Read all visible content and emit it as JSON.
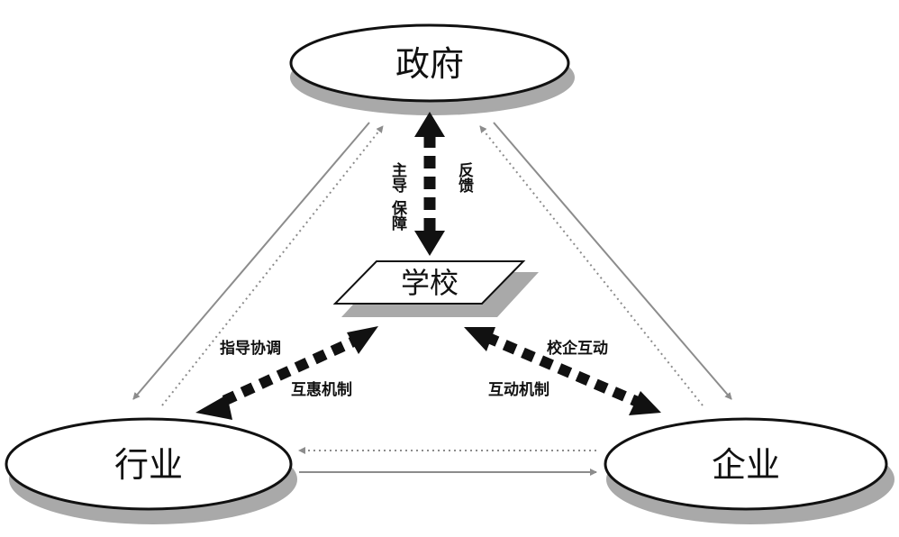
{
  "nodes": {
    "government": "政府",
    "school": "学校",
    "industry": "行业",
    "enterprise": "企业"
  },
  "edges": {
    "gov_school_left_1": "主导",
    "gov_school_left_2": "保障",
    "gov_school_right": "反馈",
    "school_industry_1": "指导协调",
    "school_industry_2": "互惠机制",
    "school_enterprise_1": "校企互动",
    "school_enterprise_2": "互动机制"
  },
  "colors": {
    "stroke": "#111111",
    "shadow": "#a9a9a9",
    "thin_arrow": "#8c8c8c",
    "school_fill": "#ffffff"
  }
}
